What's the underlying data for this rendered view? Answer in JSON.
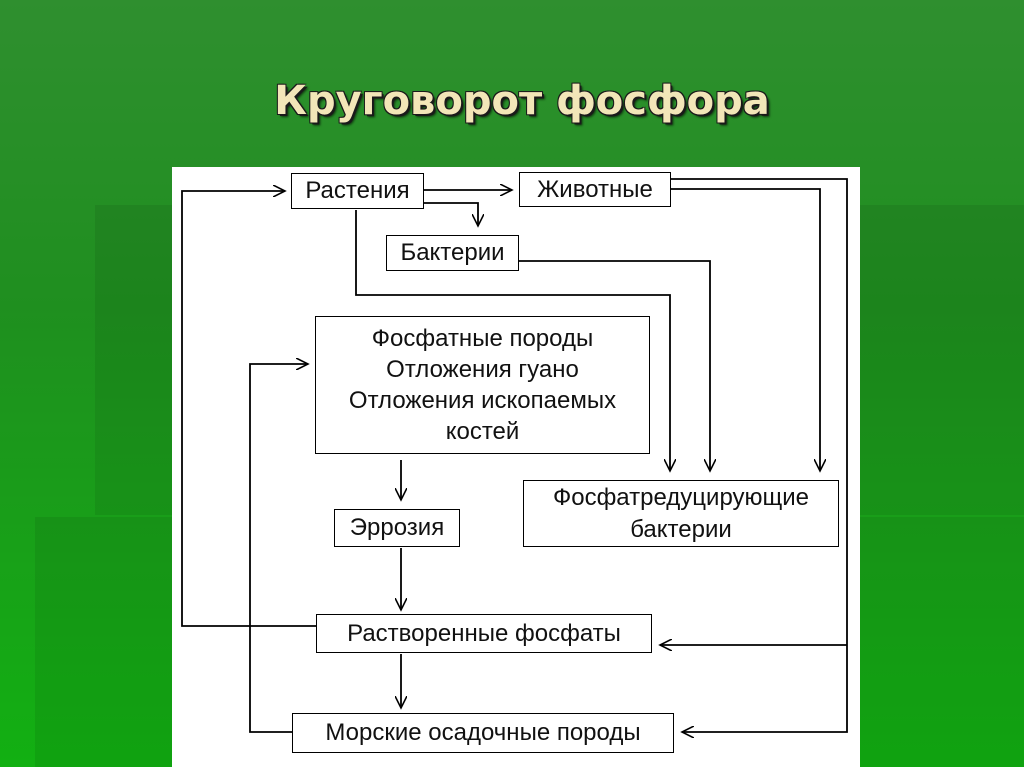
{
  "title": "Круговорот фосфора",
  "nodes": {
    "plants": "Растения",
    "animals": "Животные",
    "bacteria": "Бактерии",
    "deposits": {
      "line1": "Фосфатные породы",
      "line2": "Отложения гуано",
      "line3": "Отложения ископаемых",
      "line4": "костей"
    },
    "erosion": "Эррозия",
    "reducing_bacteria": {
      "line1": "Фосфатредуцирующие",
      "line2": "бактерии"
    },
    "dissolved": "Растворенные фосфаты",
    "marine": "Морские осадочные породы"
  },
  "colors": {
    "background": "#1f8f1f",
    "title_text": "#f2e6b8",
    "panel": "#ffffff",
    "lines": "#000000"
  }
}
